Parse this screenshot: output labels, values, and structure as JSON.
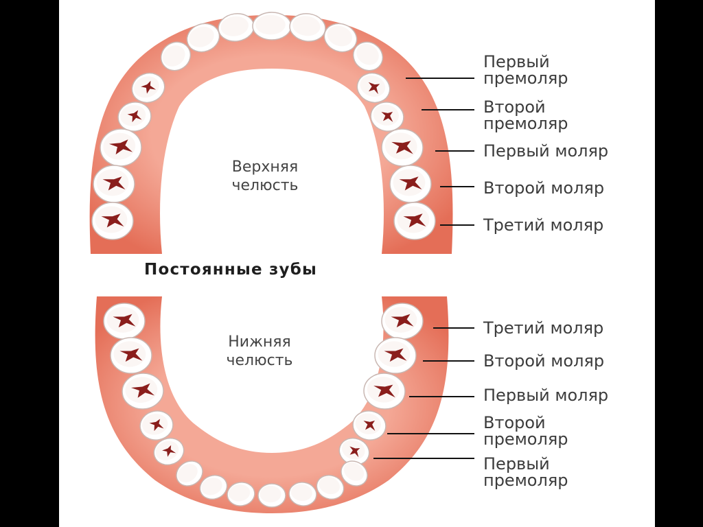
{
  "title": "Постоянные зубы",
  "upper_jaw": {
    "name": "Верхняя\nчелюсть",
    "labels": [
      "Первый\nпремоляр",
      "Второй\nпремоляр",
      "Первый моляр",
      "Второй моляр",
      "Третий моляр"
    ]
  },
  "lower_jaw": {
    "name": "Нижняя\nчелюсть",
    "labels": [
      "Третий моляр",
      "Второй моляр",
      "Первый моляр",
      "Второй\nпремоляр",
      "Первый\nпремоляр"
    ]
  },
  "colors": {
    "gum": "#E97A63",
    "gum_inner": "#F7B9A9",
    "tooth": "#FFFFFF",
    "fissure": "#8A1E1C",
    "line": "#111111",
    "frame": "#000000"
  }
}
